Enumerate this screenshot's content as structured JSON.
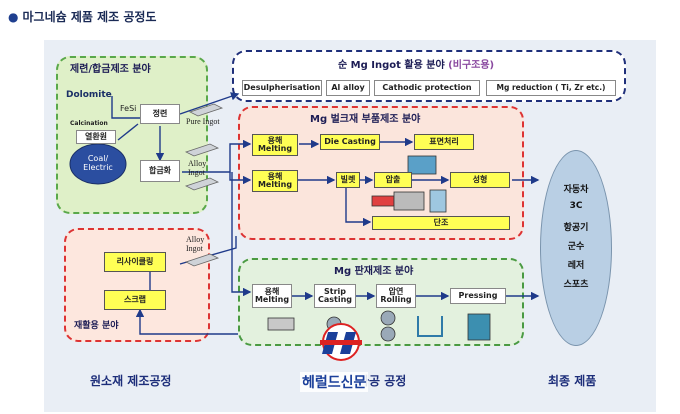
{
  "title": "마그네슘 제품 제조 공정도",
  "raw_material": {
    "title": "제련/합금제조 분야",
    "dolomite": "Dolomite",
    "fesi": "FeSi",
    "calcination": "Calcination",
    "box_calcined": "열환원",
    "refining": "정련",
    "coal": "Coal/\nElectric",
    "alloying": "합금화"
  },
  "recycle": {
    "title": "재활용 분야",
    "recycling": "리사이클링",
    "scrap": "스크랩"
  },
  "ingot": {
    "title": "순 Mg Ingot 활용 분야",
    "title_paren": "(비구조용)",
    "items": [
      "Desulpherisation",
      "Al alloy",
      "Cathodic protection",
      "Mg reduction ( Ti, Zr etc.)"
    ]
  },
  "bulk": {
    "title": "Mg 벌크재 부품제조 분야",
    "melting1": "용해\nMelting",
    "die_casting": "Die Casting",
    "surface": "표면처리",
    "melting2": "용해\nMelting",
    "billet": "빌렛",
    "extrusion": "압출",
    "forming": "성형",
    "forging": "단조"
  },
  "plate": {
    "title": "Mg 판재제조 분야",
    "melting": "용해\nMelting",
    "strip_casting": "Strip\nCasting",
    "rolling": "압연\nRolling",
    "pressing": "Pressing"
  },
  "flow_labels": {
    "pure_ingot": "Pure Ingot",
    "alloy_ingot1": "Alloy\nIngot",
    "alloy_ingot2": "Alloy\nIngot"
  },
  "final": {
    "items": [
      "자동차",
      "3C",
      "항공기",
      "군수",
      "레저",
      "스포츠"
    ]
  },
  "bottom": {
    "raw": "원소재 제조공정",
    "mid": "가공 공정",
    "final": "최종 제품"
  },
  "watermark": "헤럴드신문",
  "colors": {
    "raw_region": "#dff0c8",
    "recycle_region": "#fde7de",
    "bulk_region": "#fbe5dc",
    "plate_region": "#e3f1de",
    "process_box": "#ffff55",
    "final_ellipse": "#b9cfe4"
  }
}
